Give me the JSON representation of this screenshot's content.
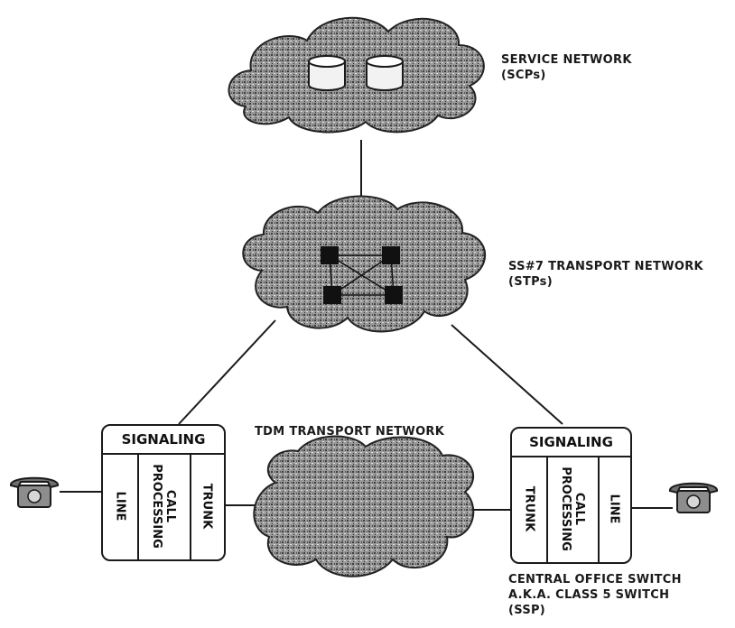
{
  "labels": {
    "service_network": [
      "SERVICE NETWORK",
      "(SCPs)"
    ],
    "ss7_network": [
      "SS#7 TRANSPORT NETWORK",
      "(STPs)"
    ],
    "tdm_network": "TDM TRANSPORT NETWORK",
    "central_office": [
      "CENTRAL OFFICE SWITCH",
      "A.K.A. CLASS 5 SWITCH",
      "(SSP)"
    ]
  },
  "left_switch": {
    "header": "SIGNALING",
    "columns": [
      [
        "LINE"
      ],
      [
        "CALL",
        "PROCESSING"
      ],
      [
        "TRUNK"
      ]
    ]
  },
  "right_switch": {
    "header": "SIGNALING",
    "columns": [
      [
        "TRUNK"
      ],
      [
        "CALL",
        "PROCESSING"
      ],
      [
        "LINE"
      ]
    ]
  },
  "colors": {
    "ink": "#1a1a1a",
    "cloud_fill": "#8f8f8f",
    "cloud_dark": "#4a4a4a",
    "background": "#ffffff"
  },
  "icons": [
    "telephone-icon",
    "database-icon",
    "stp-node-icon"
  ]
}
